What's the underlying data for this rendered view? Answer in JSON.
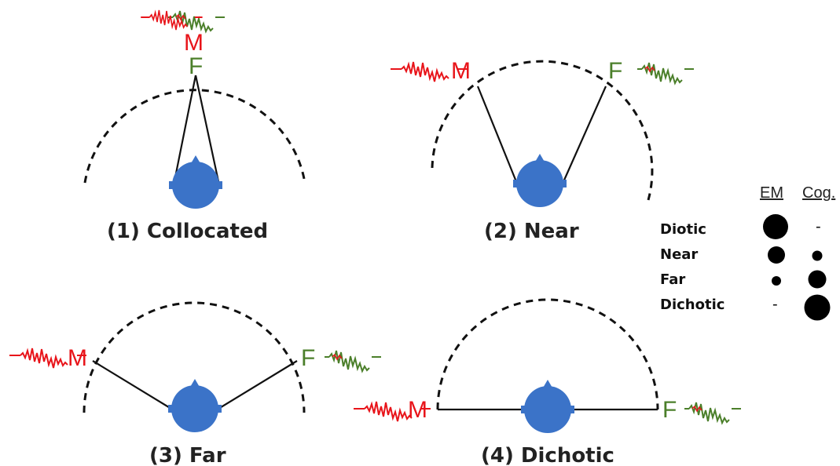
{
  "panels": [
    {
      "caption": "(1) Collocated",
      "male": "M",
      "female": "F"
    },
    {
      "caption": "(2) Near",
      "male": "M",
      "female": "F"
    },
    {
      "caption": "(3) Far",
      "male": "M",
      "female": "F"
    },
    {
      "caption": "(4) Dichotic",
      "male": "M",
      "female": "F"
    }
  ],
  "legend": {
    "headers": [
      "EM",
      "Cog."
    ],
    "rows": [
      {
        "label": "Diotic",
        "em": "large",
        "cog": "-"
      },
      {
        "label": "Near",
        "em": "medium",
        "cog": "small"
      },
      {
        "label": "Far",
        "em": "small",
        "cog": "medium"
      },
      {
        "label": "Dichotic",
        "em": "-",
        "cog": "large"
      }
    ]
  },
  "colors": {
    "male": "#e8141a",
    "female": "#4b7f2a",
    "head": "#3b73c8",
    "line": "#111111"
  }
}
